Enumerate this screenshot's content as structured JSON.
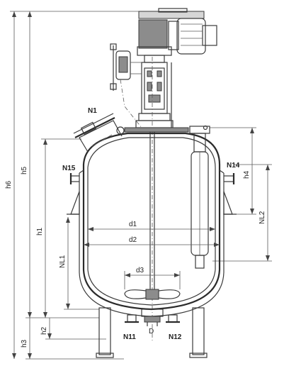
{
  "labels": {
    "h6": "h6",
    "h5": "h5",
    "h4": "h4",
    "h3": "h3",
    "h2": "h2",
    "h1": "h1",
    "NL1": "NL1",
    "NL2": "NL2",
    "d1": "d1",
    "d2": "d2",
    "d3": "d3",
    "D": "D",
    "N1": "N1",
    "N11": "N11",
    "N12": "N12",
    "N14": "N14",
    "N15": "N15"
  }
}
